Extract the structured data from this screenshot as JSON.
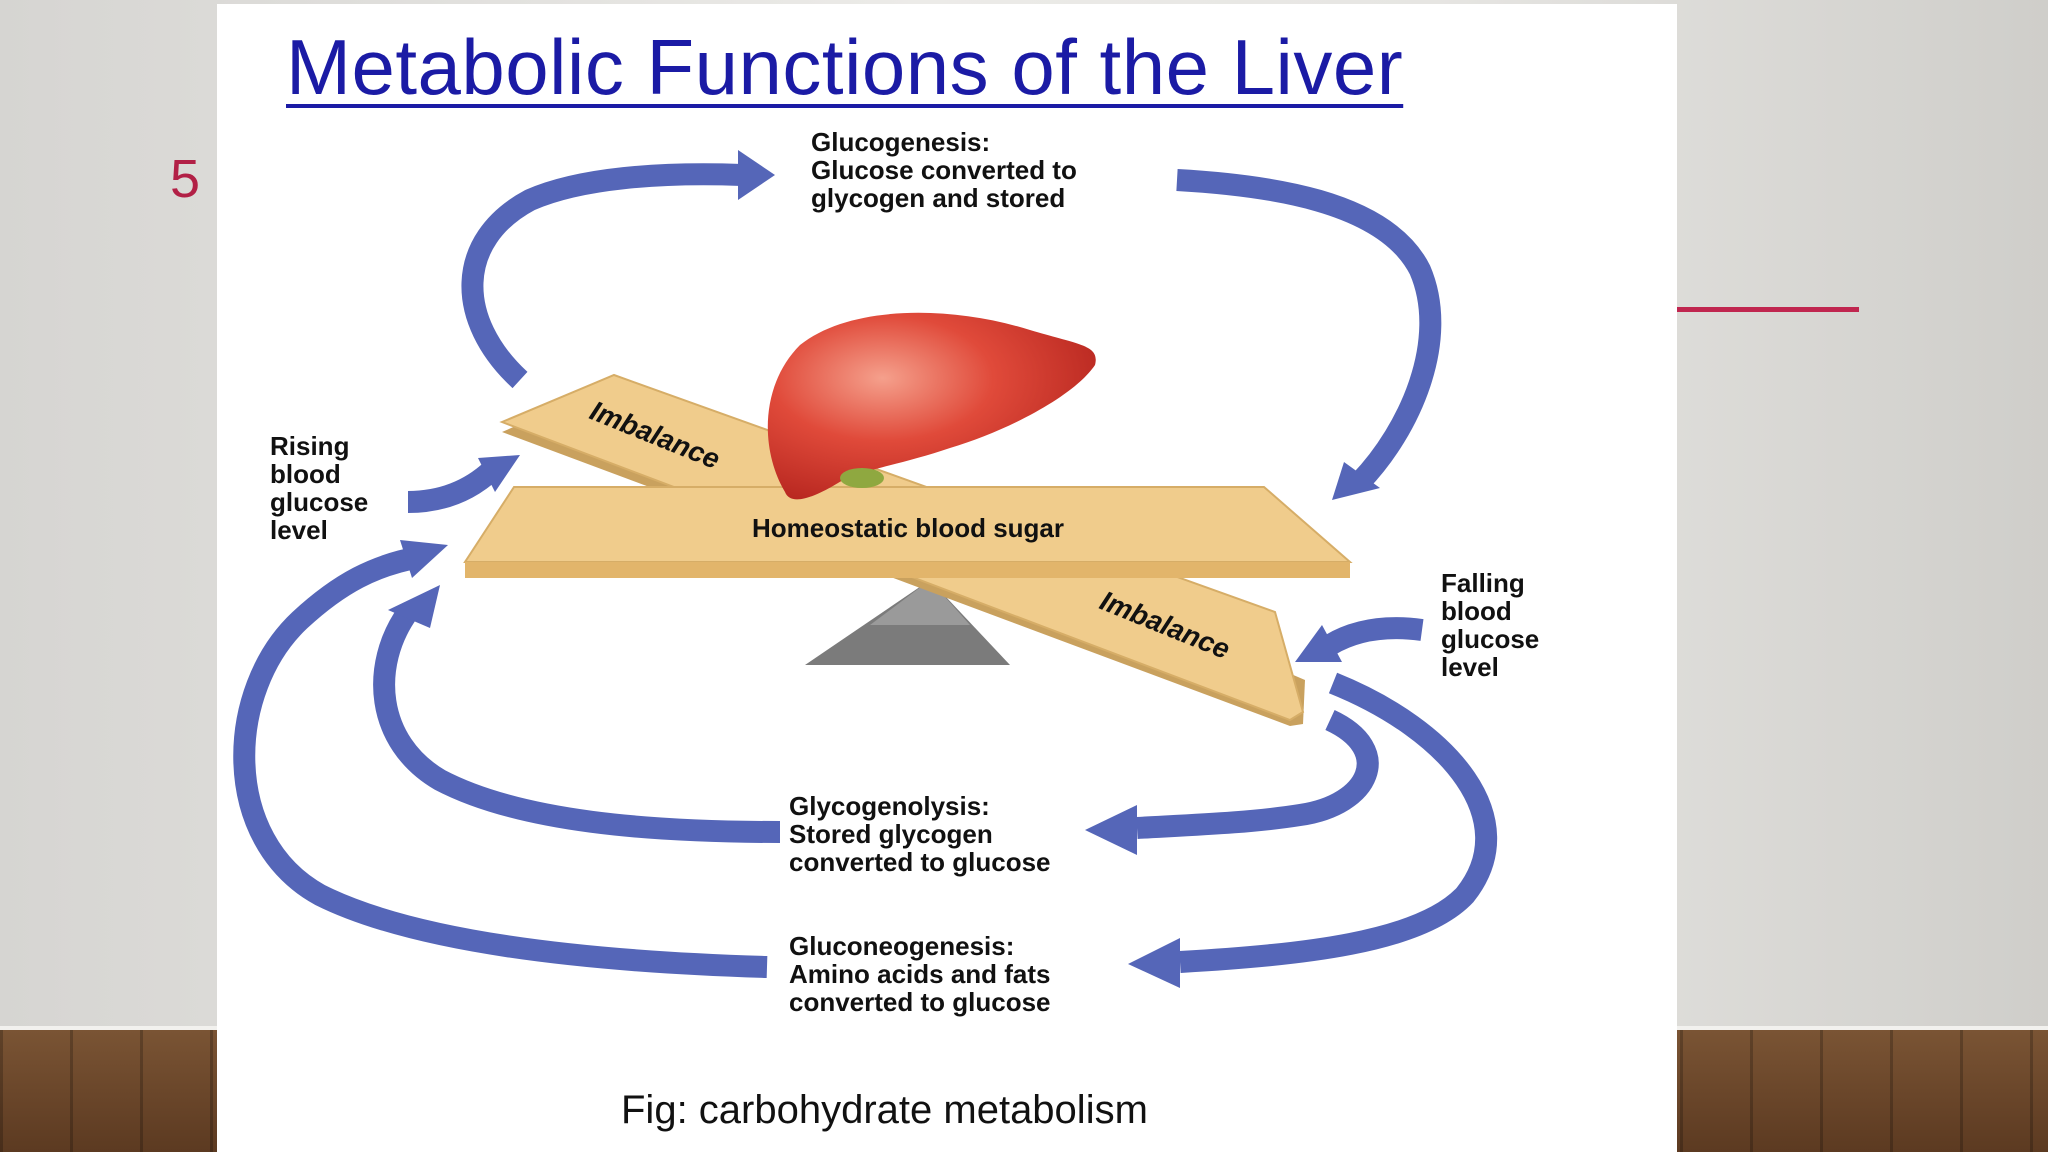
{
  "slide": {
    "number": "5",
    "accent_color": "#c0264f"
  },
  "figure": {
    "title": "Metabolic Functions of the Liver",
    "caption": "Fig: carbohydrate metabolism",
    "arrow_color": "#5566b8",
    "board_color": "#f0cc8c"
  },
  "labels": {
    "glucogenesis": "Glucogenesis:\nGlucose converted to\nglycogen and stored",
    "rising": "Rising\nblood\nglucose\nlevel",
    "falling": "Falling\nblood\nglucose\nlevel",
    "homeostatic": "Homeostatic blood sugar",
    "imbalance_left": "Imbalance",
    "imbalance_right": "Imbalance",
    "glycogenolysis": "Glycogenolysis:\nStored glycogen\nconverted to glucose",
    "gluconeogenesis": "Gluconeogenesis:\nAmino acids and fats\nconverted to glucose"
  }
}
